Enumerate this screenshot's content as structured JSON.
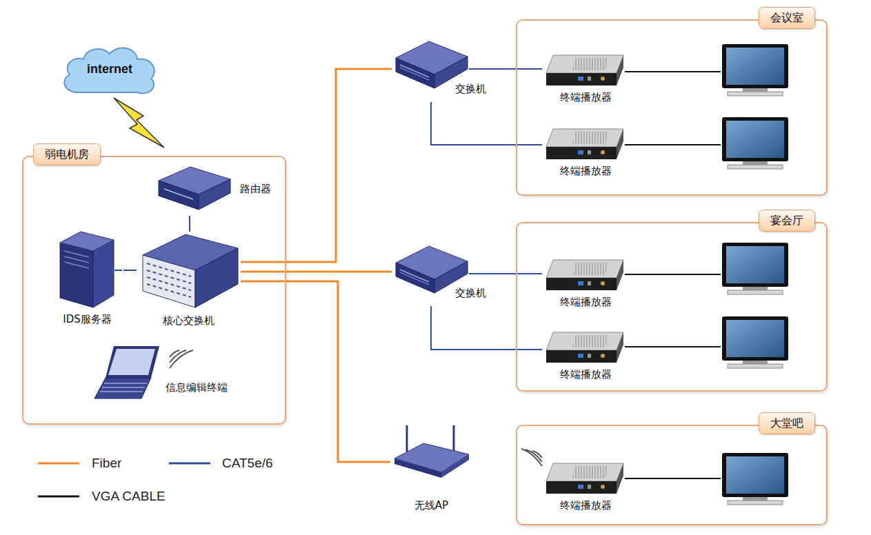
{
  "diagram": {
    "nodes": [
      {
        "text": [
          "internet"
        ]
      },
      {
        "text": [
          "弱电机房"
        ]
      },
      {
        "text": [
          "路由器"
        ],
        "in": 1
      },
      {
        "text": [
          "IDS服务器"
        ],
        "in": 1
      },
      {
        "text": [
          "核心交换机"
        ],
        "in": 1
      },
      {
        "text": [
          "信息编辑终端"
        ],
        "in": 1
      },
      {
        "text": [
          "交换机"
        ]
      },
      {
        "text": [
          "会议室"
        ]
      },
      {
        "text": [
          "终端播放器"
        ],
        "in": 7
      },
      {
        "text": [
          "终端播放器"
        ],
        "in": 7
      },
      {
        "text": [
          "交换机"
        ]
      },
      {
        "text": [
          "宴会厅"
        ]
      },
      {
        "text": [
          "终端播放器"
        ],
        "in": 11
      },
      {
        "text": [
          "终端播放器"
        ],
        "in": 11
      },
      {
        "text": [
          "无线AP"
        ]
      },
      {
        "text": [
          "大堂吧"
        ]
      },
      {
        "text": [
          "终端播放器"
        ],
        "in": 15
      }
    ],
    "edges": [
      {
        "from": 2,
        "to": 4,
        "arrow": "none"
      },
      {
        "from": 3,
        "to": 4,
        "arrow": "none"
      },
      {
        "from": 4,
        "to": 6,
        "arrow": "none"
      },
      {
        "from": 4,
        "to": 10,
        "arrow": "none"
      },
      {
        "from": 4,
        "to": 14,
        "arrow": "none"
      },
      {
        "from": 6,
        "to": 8,
        "arrow": "none"
      },
      {
        "from": 6,
        "to": 9,
        "arrow": "none"
      },
      {
        "from": 10,
        "to": 12,
        "arrow": "none"
      },
      {
        "from": 10,
        "to": 13,
        "arrow": "none"
      }
    ],
    "legend": [
      {
        "text": "Fiber"
      },
      {
        "text": "CAT5e/6"
      },
      {
        "text": "VGA CABLE"
      }
    ]
  }
}
